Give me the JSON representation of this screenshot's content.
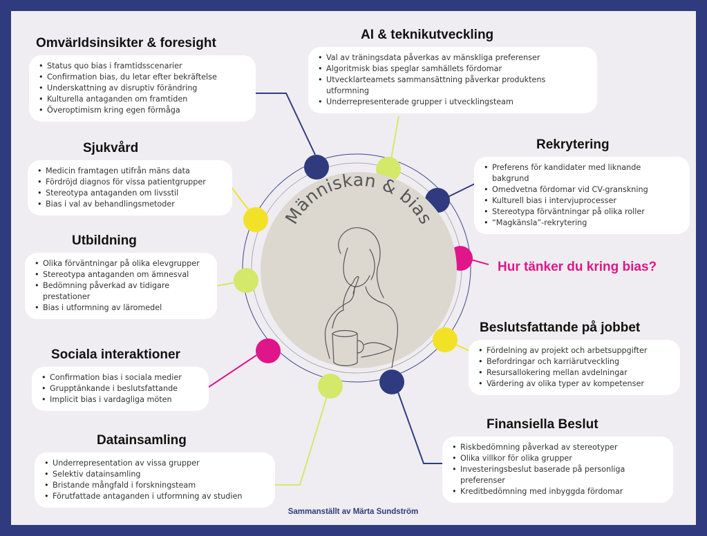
{
  "colors": {
    "navy": "#2f3b7e",
    "lime": "#d4e86a",
    "yellow": "#f2e227",
    "magenta": "#e0158a",
    "center": "#dcd8d0",
    "background": "#efedf1"
  },
  "center": {
    "title": "Människan & bias",
    "illustration": "thinking-woman-with-cup"
  },
  "question": "Hur tänker du kring bias?",
  "credit": "Sammanställt av Märta Sundström",
  "topics": {
    "omvarld": {
      "title": "Omvärldsinsikter & foresight",
      "items": [
        "Status quo bias i framtidsscenarier",
        "Confirmation bias, du letar efter bekräftelse",
        "Underskattning av disruptiv förändring",
        "Kulturella antaganden om framtiden",
        "Överoptimism kring egen förmåga"
      ]
    },
    "ai": {
      "title": "AI & teknikutveckling",
      "items": [
        "Val av träningsdata påverkas av mänskliga preferenser",
        "Algoritmisk bias speglar samhällets fördomar",
        "Utvecklarteamets sammansättning påverkar produktens utformning",
        "Underrepresenterade grupper i utvecklingsteam"
      ]
    },
    "sjukvard": {
      "title": "Sjukvård",
      "items": [
        "Medicin framtagen utifrån mäns data",
        "Fördröjd diagnos för vissa patientgrupper",
        "Stereotypa antaganden om livsstil",
        "Bias i val av behandlingsmetoder"
      ]
    },
    "rekrytering": {
      "title": "Rekrytering",
      "items": [
        "Preferens för kandidater med liknande bakgrund",
        "Omedvetna fördomar vid CV-granskning",
        "Kulturell bias i intervjuprocesser",
        "Stereotypa förväntningar på olika roller",
        "“Magkänsla”-rekrytering"
      ]
    },
    "utbildning": {
      "title": "Utbildning",
      "items": [
        "Olika förväntningar på olika elevgrupper",
        "Stereotypa antaganden om ämnesval",
        "Bedömning påverkad av tidigare prestationer",
        "Bias i utformning av läromedel"
      ]
    },
    "beslut": {
      "title": "Beslutsfattande på jobbet",
      "items": [
        "Fördelning av projekt och arbetsuppgifter",
        "Befordringar och karriärutveckling",
        "Resursallokering mellan avdelningar",
        "Värdering av olika typer av kompetenser"
      ]
    },
    "sociala": {
      "title": "Sociala interaktioner",
      "items": [
        "Confirmation bias i sociala medier",
        "Grupptänkande i beslutsfattande",
        "Implicit bias i vardagliga möten"
      ]
    },
    "finans": {
      "title": "Finansiella Beslut",
      "items": [
        "Riskbedömning påverkad av stereotyper",
        "Olika villkor för olika grupper",
        "Investeringsbeslut baserade på personliga preferenser",
        "Kreditbedömning med inbyggda fördomar"
      ]
    },
    "data": {
      "title": "Datainsamling",
      "items": [
        "Underrepresentation av vissa grupper",
        "Selektiv datainsamling",
        "Bristande mångfald i forskningsteam",
        "Förutfattade antaganden i utformning av studien"
      ]
    }
  }
}
